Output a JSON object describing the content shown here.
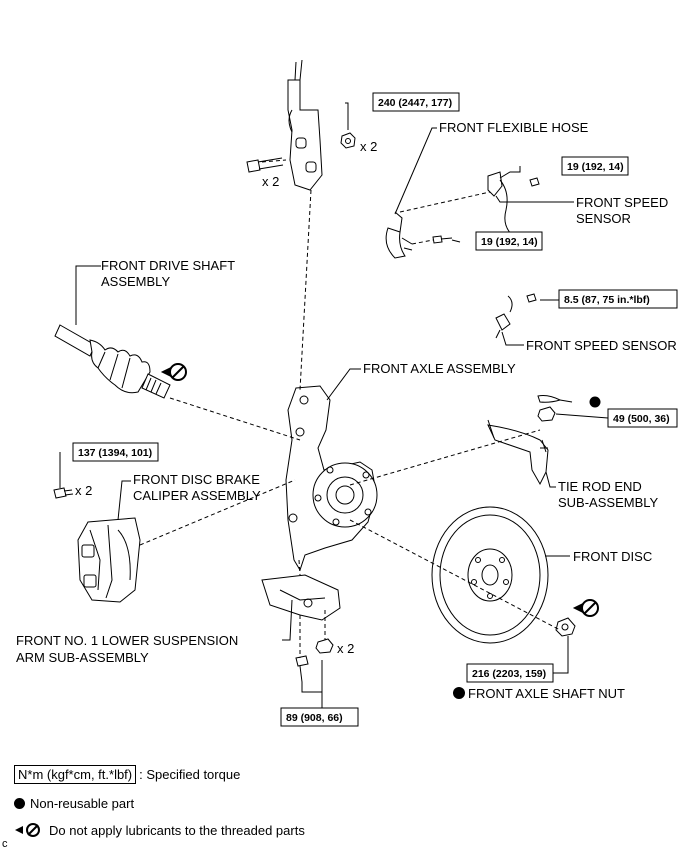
{
  "labels": {
    "front_flexible_hose": "FRONT FLEXIBLE HOSE",
    "front_speed_sensor_1a": "FRONT SPEED",
    "front_speed_sensor_1b": "SENSOR",
    "front_drive_shaft_a": "FRONT DRIVE SHAFT",
    "front_drive_shaft_b": "ASSEMBLY",
    "front_speed_sensor_2": "FRONT SPEED SENSOR",
    "front_axle_assembly": "FRONT AXLE ASSEMBLY",
    "front_disc_brake_a": "FRONT DISC BRAKE",
    "front_disc_brake_b": "CALIPER ASSEMBLY",
    "tie_rod_a": "TIE ROD END",
    "tie_rod_b": "SUB-ASSEMBLY",
    "front_disc": "FRONT DISC",
    "lower_arm_a": "FRONT NO. 1 LOWER SUSPENSION",
    "lower_arm_b": "ARM SUB-ASSEMBLY",
    "axle_shaft_nut": "FRONT AXLE SHAFT NUT"
  },
  "torques": {
    "t240": "240 (2447, 177)",
    "t19a": "19 (192, 14)",
    "t19b": "19 (192, 14)",
    "t85": "8.5 (87, 75 in.*lbf)",
    "t49": "49 (500, 36)",
    "t137": "137 (1394, 101)",
    "t216": "216 (2203, 159)",
    "t89": "89 (908, 66)"
  },
  "quantities": {
    "q_strut_nut": "x 2",
    "q_strut_bolt": "x 2",
    "q_caliper_bolt": "x 2",
    "q_lower_nut": "x 2"
  },
  "legend": {
    "torque_box": "N*m (kgf*cm, ft.*lbf)",
    "torque_text": ": Specified torque",
    "nonreusable": "Non-reusable part",
    "no_lube": "Do not apply lubricants to the threaded parts"
  },
  "corner_code": "c"
}
